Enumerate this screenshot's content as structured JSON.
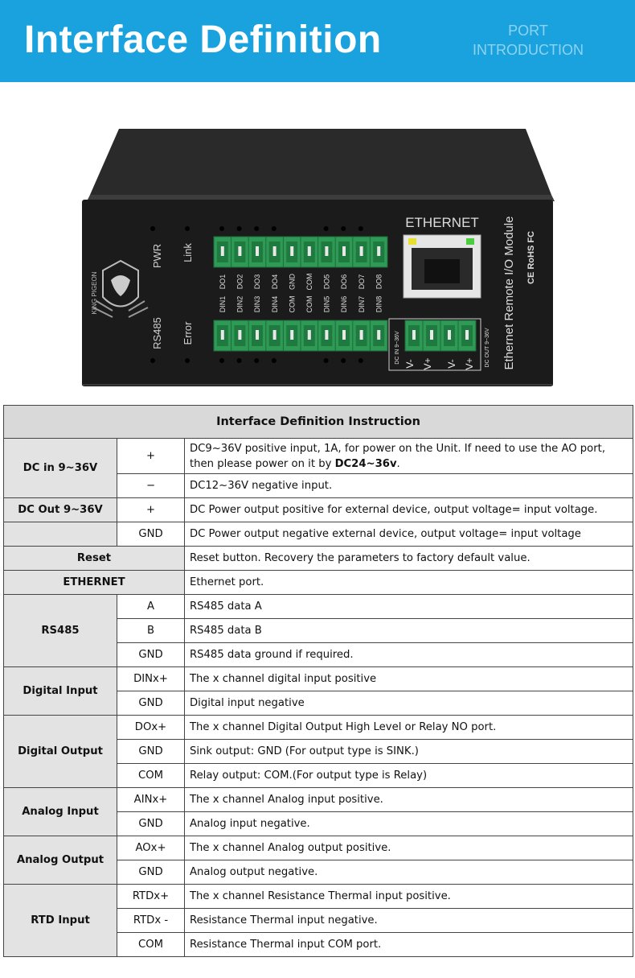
{
  "banner": {
    "title": "Interface Definition",
    "subtitle_line1": "PORT",
    "subtitle_line2": "INTRODUCTION"
  },
  "device": {
    "ethernet_label": "ETHERNET",
    "model_label": "Ethernet Remote I/O Module",
    "cert_marks": "CE RoHS FC",
    "brand": "KING PIGEON",
    "led_pwr": "PWR",
    "led_link": "Link",
    "led_rs485": "RS485",
    "led_error": "Error",
    "top_terminals": [
      "DO1",
      "DO2",
      "DO3",
      "DO4",
      "GND",
      "COM",
      "DO5",
      "DO6",
      "DO7",
      "DO8"
    ],
    "bottom_terminals": [
      "DIN1",
      "DIN2",
      "DIN3",
      "DIN4",
      "COM",
      "COM",
      "DIN5",
      "DIN6",
      "DIN7",
      "DIN8"
    ],
    "power_in_label": "DC IN 9~36V",
    "power_out_label": "DC OUT 9~36V",
    "v_minus": "V-",
    "v_plus": "V+"
  },
  "table": {
    "title": "Interface Definition Instruction",
    "groups": {
      "dc_in": "DC in 9~36V",
      "dc_out": "DC Out 9~36V",
      "reset": "Reset",
      "ethernet": "ETHERNET",
      "rs485": "RS485",
      "digital_input": "Digital Input",
      "digital_output": "Digital Output",
      "analog_input": "Analog Input",
      "analog_output": "Analog Output",
      "rtd_input": "RTD Input"
    },
    "rows": [
      {
        "pin": "+",
        "desc": "DC9~36V positive input, 1A, for power on the Unit. If need to use the AO port, then please power on it by ",
        "desc_bold": "DC24~36v",
        "desc_tail": "."
      },
      {
        "pin": "−",
        "desc": "DC12~36V negative input."
      },
      {
        "pin": "+",
        "desc": "DC Power output positive for external device, output voltage= input voltage."
      },
      {
        "pin": "GND",
        "desc": "DC Power output negative external device, output voltage= input voltage"
      },
      {
        "pin": "",
        "desc": "Reset button. Recovery the parameters to factory default value."
      },
      {
        "pin": "",
        "desc": "Ethernet port."
      },
      {
        "pin": "A",
        "desc": "RS485 data A"
      },
      {
        "pin": "B",
        "desc": "RS485 data B"
      },
      {
        "pin": "GND",
        "desc": "RS485 data ground if required."
      },
      {
        "pin": "DINx+",
        "desc": "The x channel digital input positive"
      },
      {
        "pin": "GND",
        "desc": "Digital input negative"
      },
      {
        "pin": "DOx+",
        "desc": "The x channel Digital Output High Level or Relay NO port."
      },
      {
        "pin": "GND",
        "desc": "Sink output: GND (For output type is SINK.)"
      },
      {
        "pin": "COM",
        "desc": "Relay output: COM.(For output type is Relay)"
      },
      {
        "pin": "AINx+",
        "desc": "The x channel Analog input positive."
      },
      {
        "pin": "GND",
        "desc": "Analog input negative."
      },
      {
        "pin": "AOx+",
        "desc": "The x channel Analog output positive."
      },
      {
        "pin": "GND",
        "desc": "Analog output negative."
      },
      {
        "pin": "RTDx+",
        "desc": "The x channel Resistance Thermal input positive."
      },
      {
        "pin": "RTDx -",
        "desc": "Resistance Thermal input negative."
      },
      {
        "pin": "COM",
        "desc": "Resistance Thermal input COM port."
      }
    ]
  }
}
